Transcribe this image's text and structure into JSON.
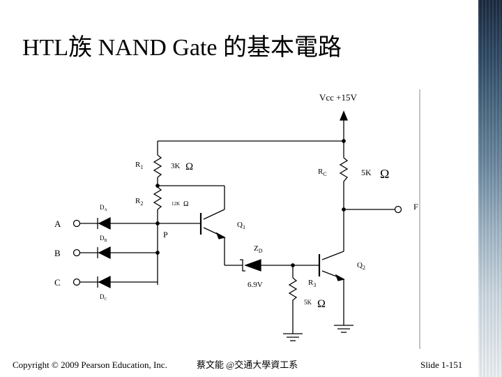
{
  "slide": {
    "title": "HTL族 NAND Gate 的基本電路",
    "footer_left": "Copyright © 2009 Pearson Education, Inc.",
    "footer_middle": "蔡文能 @交通大學資工系",
    "footer_right": "Slide 1-151"
  },
  "diagram": {
    "vcc_label": "Vcc +15V",
    "r1_label": "R",
    "r1_sub": "1",
    "r1_value": "3K",
    "r2_label": "R",
    "r2_sub": "2",
    "r2_value": "12K",
    "rc_label": "R",
    "rc_sub": "C",
    "rc_value": "5K",
    "r3_label": "R",
    "r3_sub": "3",
    "r3_value": "5K",
    "ohm": "Ω",
    "input_a": "A",
    "input_b": "B",
    "input_c": "C",
    "da_label": "D",
    "da_sub": "A",
    "db_label": "D",
    "db_sub": "B",
    "dc_label": "D",
    "dc_sub": "C",
    "node_p": "P",
    "q1_label": "Q",
    "q1_sub": "1",
    "q2_label": "Q",
    "q2_sub": "2",
    "zd_label": "Z",
    "zd_sub": "D",
    "zd_value": "6.9V",
    "output_f": "F"
  }
}
